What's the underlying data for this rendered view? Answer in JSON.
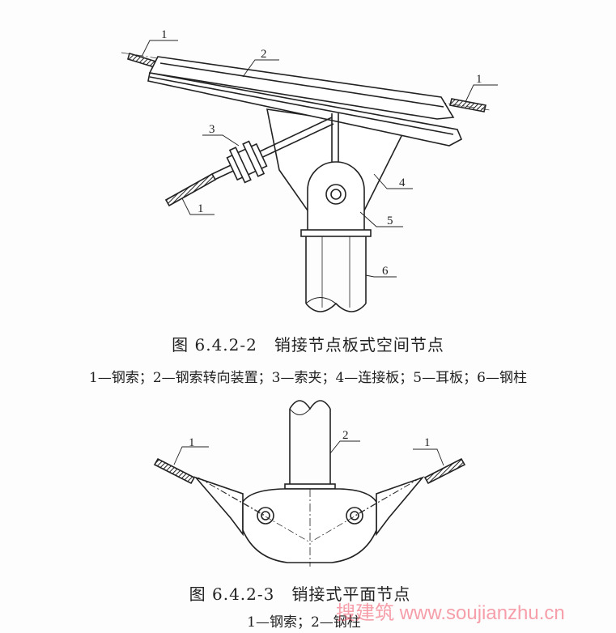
{
  "figure1": {
    "labels": [
      "1",
      "2",
      "1",
      "3",
      "1",
      "4",
      "5",
      "6"
    ],
    "title": "图 6.4.2-2　销接节点板式空间节点",
    "legend": "1—钢索；2—钢索转向装置；3—索夹；4—连接板；5—耳板；6—钢柱"
  },
  "figure2": {
    "labels": [
      "1",
      "2",
      "1"
    ],
    "title": "图 6.4.2-3　销接式平面节点",
    "legend": "1—钢索；2—钢柱"
  },
  "watermark": "搜建筑 www.soujianzhu.cn"
}
